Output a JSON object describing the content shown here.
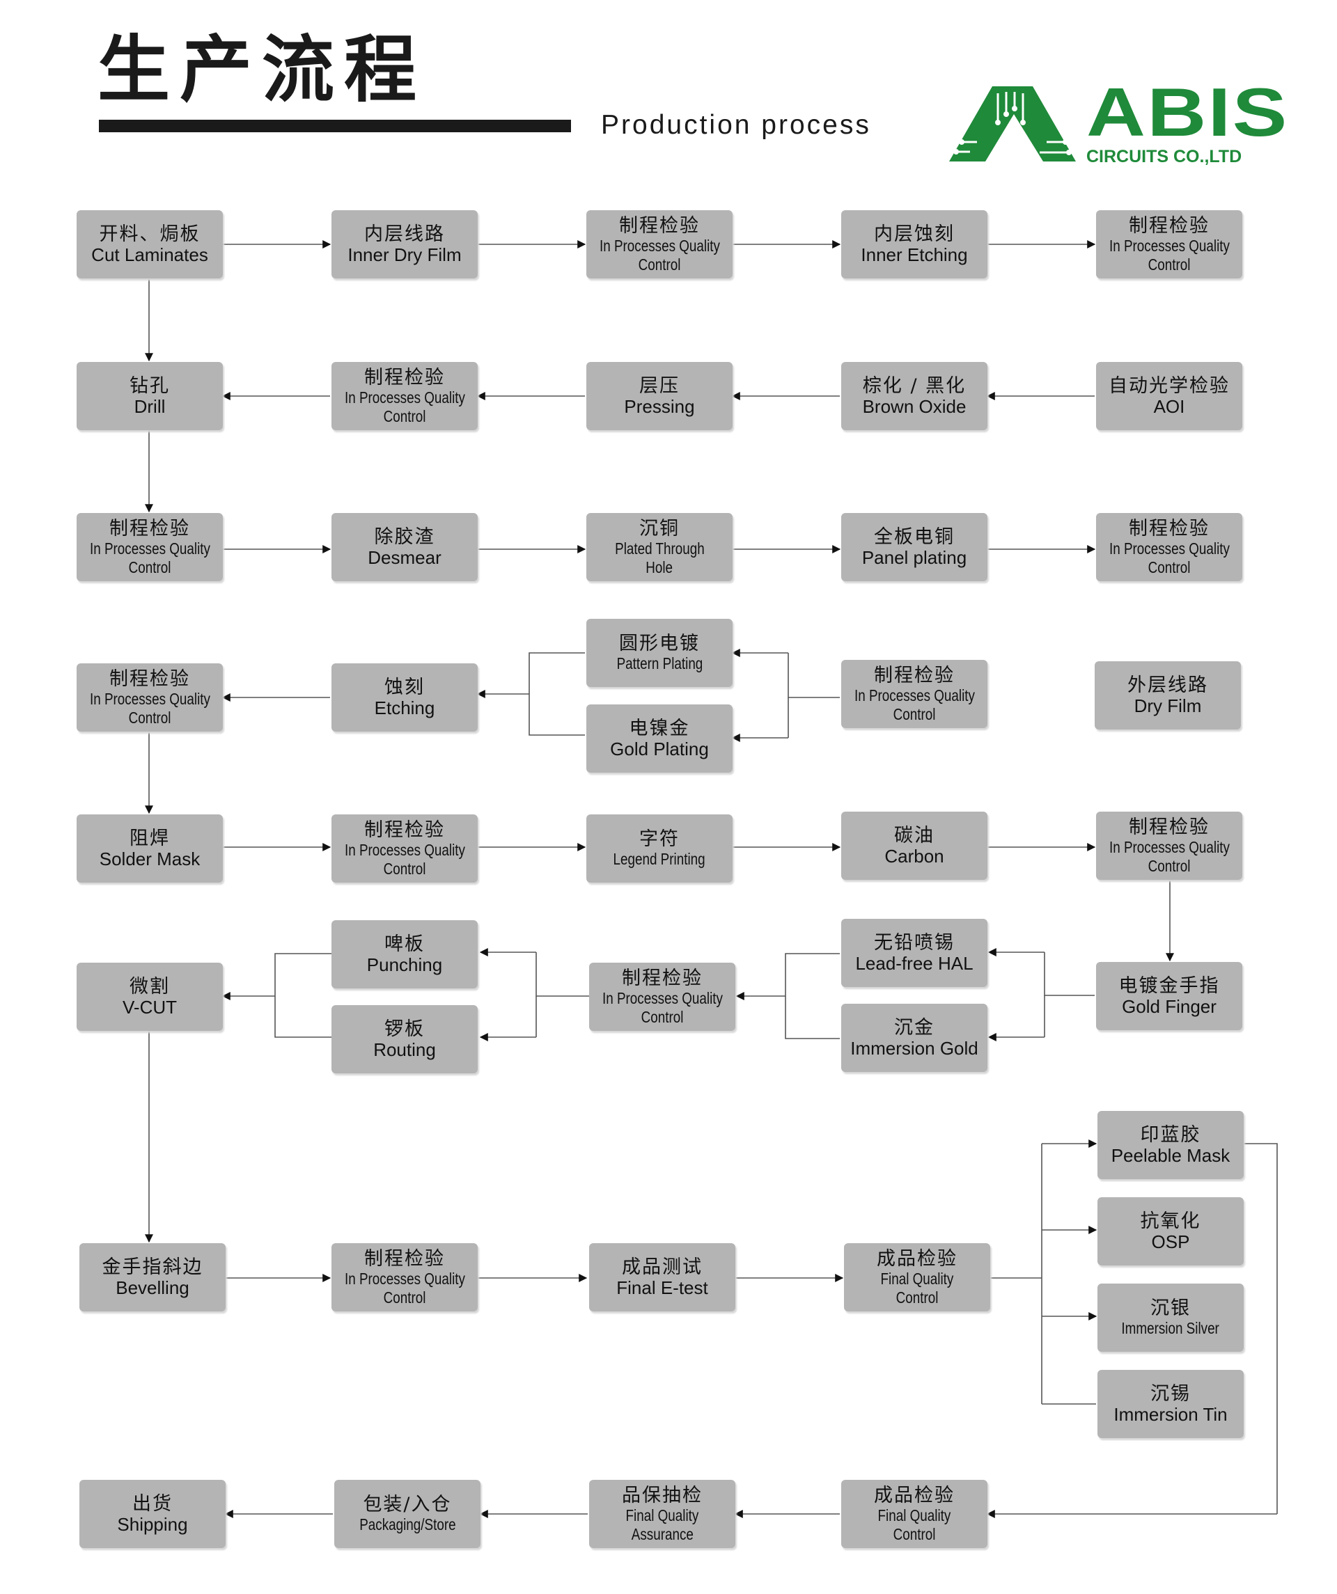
{
  "header": {
    "title_cn": "生产流程",
    "title_en": "Production process",
    "logo_text": "ABIS",
    "logo_sub": "CIRCUITS CO.,LTD",
    "brand_color": "#1f8a3a"
  },
  "boxes": {
    "cut_laminates": {
      "cn": "开料、焗板",
      "en": [
        "Cut Laminates"
      ]
    },
    "inner_dry_film": {
      "cn": "内层线路",
      "en": [
        "Inner Dry Film"
      ]
    },
    "ipqc_1": {
      "cn": "制程检验",
      "en": [
        "In Processes Quality",
        "Control"
      ]
    },
    "inner_etching": {
      "cn": "内层蚀刻",
      "en": [
        "Inner Etching"
      ]
    },
    "ipqc_2": {
      "cn": "制程检验",
      "en": [
        "In Processes Quality",
        "Control"
      ]
    },
    "drill": {
      "cn": "钻孔",
      "en": [
        "Drill"
      ]
    },
    "ipqc_3": {
      "cn": "制程检验",
      "en": [
        "In Processes Quality",
        "Control"
      ]
    },
    "pressing": {
      "cn": "层压",
      "en": [
        "Pressing"
      ]
    },
    "brown_oxide": {
      "cn": "棕化 / 黑化",
      "en": [
        "Brown Oxide"
      ]
    },
    "aoi": {
      "cn": "自动光学检验",
      "en": [
        "AOI"
      ]
    },
    "ipqc_4": {
      "cn": "制程检验",
      "en": [
        "In Processes Quality",
        "Control"
      ]
    },
    "desmear": {
      "cn": "除胶渣",
      "en": [
        "Desmear"
      ]
    },
    "pth": {
      "cn": "沉铜",
      "en": [
        "Plated Through",
        "Hole"
      ]
    },
    "panel_plating": {
      "cn": "全板电铜",
      "en": [
        "Panel plating"
      ]
    },
    "ipqc_5": {
      "cn": "制程检验",
      "en": [
        "In Processes Quality",
        "Control"
      ]
    },
    "pattern_plating": {
      "cn": "圆形电镀",
      "en": [
        "Pattern Plating"
      ]
    },
    "ipqc_6": {
      "cn": "制程检验",
      "en": [
        "In Processes Quality",
        "Control"
      ]
    },
    "etching": {
      "cn": "蚀刻",
      "en": [
        "Etching"
      ]
    },
    "gold_plating": {
      "cn": "电镍金",
      "en": [
        "Gold Plating"
      ]
    },
    "ipqc_7": {
      "cn": "制程检验",
      "en": [
        "In Processes Quality",
        "Control"
      ]
    },
    "outer_dry_film": {
      "cn": "外层线路",
      "en": [
        "Dry Film"
      ]
    },
    "solder_mask": {
      "cn": "阻焊",
      "en": [
        "Solder Mask"
      ]
    },
    "ipqc_8": {
      "cn": "制程检验",
      "en": [
        "In Processes Quality",
        "Control"
      ]
    },
    "legend": {
      "cn": "字符",
      "en": [
        "Legend Printing"
      ]
    },
    "carbon": {
      "cn": "碳油",
      "en": [
        "Carbon"
      ]
    },
    "ipqc_9": {
      "cn": "制程检验",
      "en": [
        "In Processes Quality",
        "Control"
      ]
    },
    "punching": {
      "cn": "啤板",
      "en": [
        "Punching"
      ]
    },
    "lead_free_hal": {
      "cn": "无铅喷锡",
      "en": [
        "Lead-free HAL"
      ]
    },
    "vcut": {
      "cn": "微割",
      "en": [
        "V-CUT"
      ]
    },
    "ipqc_10": {
      "cn": "制程检验",
      "en": [
        "In Processes Quality",
        "Control"
      ]
    },
    "gold_finger": {
      "cn": "电镀金手指",
      "en": [
        "Gold Finger"
      ]
    },
    "routing": {
      "cn": "锣板",
      "en": [
        "Routing"
      ]
    },
    "immersion_gold": {
      "cn": "沉金",
      "en": [
        "Immersion Gold"
      ]
    },
    "peelable_mask": {
      "cn": "印蓝胶",
      "en": [
        "Peelable Mask"
      ]
    },
    "osp": {
      "cn": "抗氧化",
      "en": [
        "OSP"
      ]
    },
    "bevelling": {
      "cn": "金手指斜边",
      "en": [
        "Bevelling"
      ]
    },
    "ipqc_11": {
      "cn": "制程检验",
      "en": [
        "In Processes Quality",
        "Control"
      ]
    },
    "final_etest": {
      "cn": "成品测试",
      "en": [
        "Final E-test"
      ]
    },
    "fqc_1": {
      "cn": "成品检验",
      "en": [
        "Final Quality",
        "Control"
      ]
    },
    "immersion_silver": {
      "cn": "沉银",
      "en": [
        "Immersion Silver"
      ]
    },
    "immersion_tin": {
      "cn": "沉锡",
      "en": [
        "Immersion Tin"
      ]
    },
    "shipping": {
      "cn": "出货",
      "en": [
        "Shipping"
      ]
    },
    "packaging": {
      "cn": "包装/入仓",
      "en": [
        "Packaging/Store"
      ]
    },
    "fqa": {
      "cn": "品保抽检",
      "en": [
        "Final Quality",
        "Assurance"
      ]
    },
    "fqc_2": {
      "cn": "成品检验",
      "en": [
        "Final Quality",
        "Control"
      ]
    }
  }
}
